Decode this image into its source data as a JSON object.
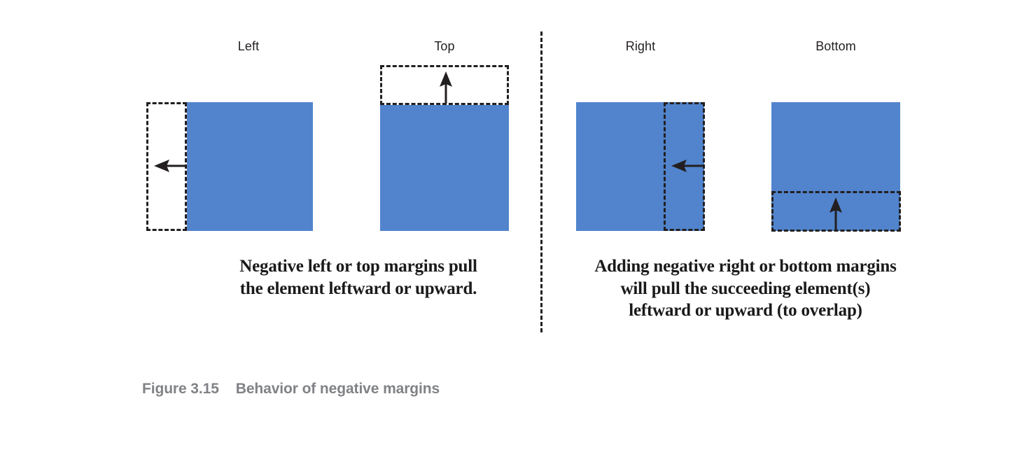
{
  "figure": {
    "number": "Figure 3.15",
    "title": "Behavior of negative margins"
  },
  "divider": {
    "name": "vertical-dashed-divider",
    "color": "#231f20"
  },
  "colors": {
    "box_fill": "#5184cc",
    "stroke": "#231f20",
    "caption_gray": "#808285",
    "caption_black": "#1a1a1a",
    "background": "#ffffff"
  },
  "panels": [
    {
      "id": "left",
      "label": "Left",
      "arrow_direction": "left",
      "description": "Blue box with dashed outline offset to the left, arrow pointing left"
    },
    {
      "id": "top",
      "label": "Top",
      "arrow_direction": "up",
      "description": "Blue box with dashed outline offset above, arrow pointing up"
    },
    {
      "id": "right",
      "label": "Right",
      "arrow_direction": "left",
      "description": "Blue box with dashed outline overlapping its right edge, arrow pointing left"
    },
    {
      "id": "bottom",
      "label": "Bottom",
      "arrow_direction": "up",
      "description": "Blue box with dashed outline overlapping its bottom edge, arrow pointing up"
    }
  ],
  "captions": {
    "left_group": [
      "Negative left or top margins pull",
      "the element leftward or upward."
    ],
    "right_group": [
      "Adding negative right or bottom margins",
      "will pull the succeeding element(s)",
      "leftward or upward (to overlap)"
    ]
  }
}
